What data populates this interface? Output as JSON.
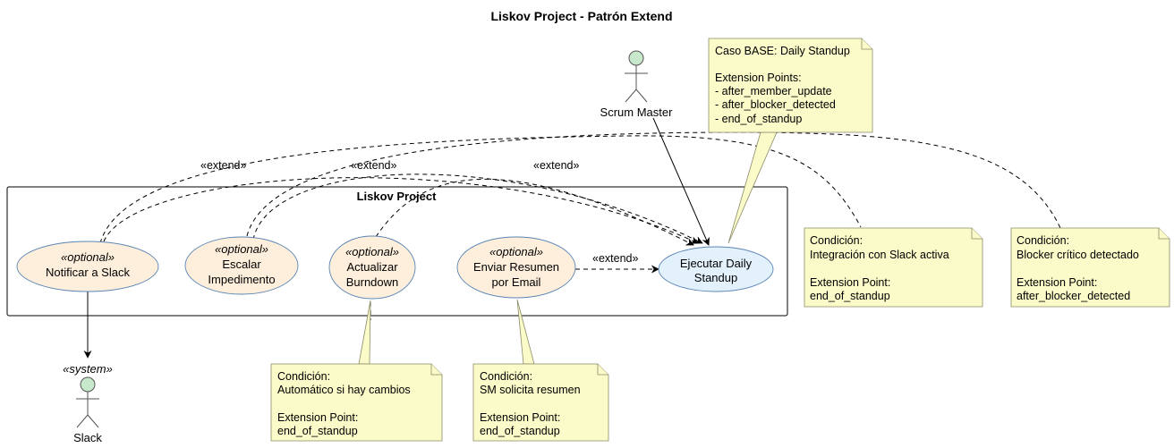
{
  "title": "Liskov Project - Patrón Extend",
  "package": {
    "label": "Liskov Project"
  },
  "actors": {
    "scrum_master": {
      "name": "Scrum Master"
    },
    "slack": {
      "stereotype": "«system»",
      "name": "Slack"
    }
  },
  "use_cases": {
    "notificar": {
      "stereotype": "«optional»",
      "line1": "Notificar a Slack"
    },
    "escalar": {
      "stereotype": "«optional»",
      "line1": "Escalar",
      "line2": "Impedimento"
    },
    "burndown": {
      "stereotype": "«optional»",
      "line1": "Actualizar",
      "line2": "Burndown"
    },
    "email": {
      "stereotype": "«optional»",
      "line1": "Enviar Resumen",
      "line2": "por Email"
    },
    "standup": {
      "line1": "Ejecutar Daily",
      "line2": "Standup"
    }
  },
  "relations": {
    "extend_label": "«extend»"
  },
  "notes": {
    "base": {
      "line1": "Caso BASE: Daily Standup",
      "line2": "Extension Points:",
      "line3": "- after_member_update",
      "line4": "- after_blocker_detected",
      "line5": "- end_of_standup"
    },
    "slack_cond": {
      "line1": "Condición:",
      "line2": "Integración con Slack activa",
      "line3": "Extension Point:",
      "line4": "end_of_standup"
    },
    "blocker_cond": {
      "line1": "Condición:",
      "line2": "Blocker crítico detectado",
      "line3": "Extension Point:",
      "line4": "after_blocker_detected"
    },
    "burndown_cond": {
      "line1": "Condición:",
      "line2": "Automático si hay cambios",
      "line3": "Extension Point:",
      "line4": "end_of_standup"
    },
    "email_cond": {
      "line1": "Condición:",
      "line2": "SM solicita resumen",
      "line3": "Extension Point:",
      "line4": "end_of_standup"
    }
  }
}
